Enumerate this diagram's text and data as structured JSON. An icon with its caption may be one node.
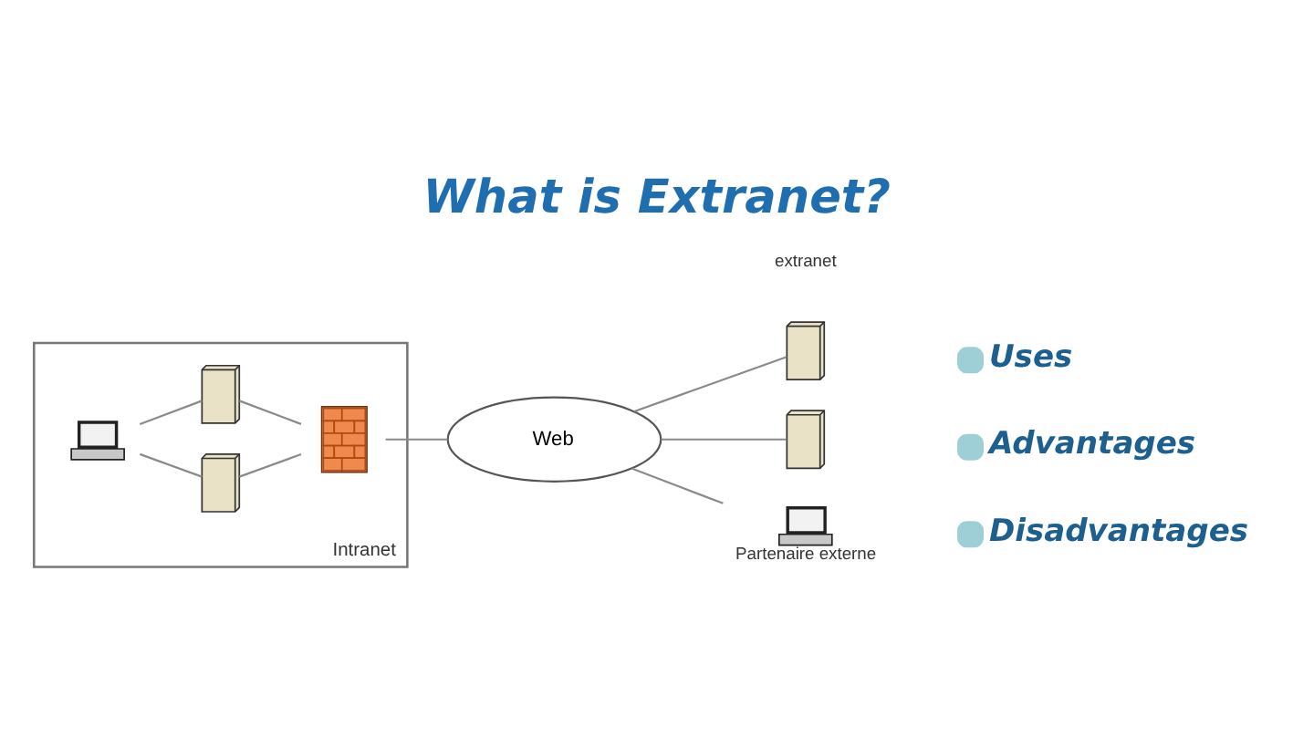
{
  "diagram": {
    "title": "What is Extranet?",
    "nodes": [
      {
        "text": [
          "Intranet"
        ]
      },
      {
        "text": [],
        "shape": "firewall",
        "in": 0
      },
      {
        "text": [],
        "shape": "server",
        "in": 0
      },
      {
        "text": [],
        "shape": "server",
        "in": 0
      },
      {
        "text": [],
        "shape": "laptop",
        "in": 0
      },
      {
        "text": [
          "Web"
        ]
      },
      {
        "text": [],
        "shape": "server"
      },
      {
        "text": [],
        "shape": "server"
      },
      {
        "text": [],
        "shape": "laptop",
        "beside": [
          "Partenaire externe"
        ]
      }
    ],
    "edges": [
      {
        "from": 4,
        "to": 2,
        "arrow": "none"
      },
      {
        "from": 4,
        "to": 3,
        "arrow": "none"
      },
      {
        "from": 2,
        "to": 1,
        "arrow": "none"
      },
      {
        "from": 3,
        "to": 1,
        "arrow": "none"
      },
      {
        "from": 1,
        "to": 5,
        "arrow": "none"
      },
      {
        "from": 5,
        "to": 6,
        "arrow": "none"
      },
      {
        "from": 5,
        "to": 7,
        "arrow": "none"
      },
      {
        "from": 5,
        "to": 8,
        "arrow": "none"
      }
    ],
    "labels": [
      "extranet",
      "Uses",
      "Advantages",
      "Disadvantages"
    ]
  }
}
